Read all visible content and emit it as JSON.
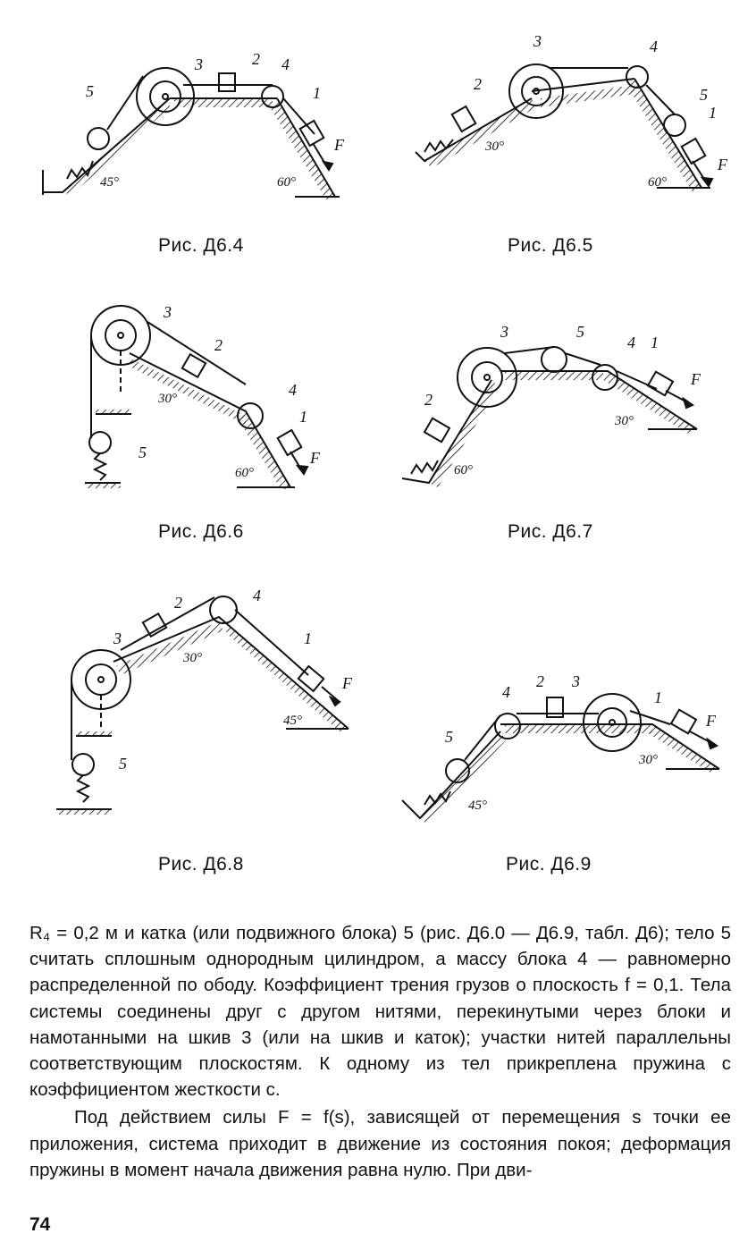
{
  "figures": [
    {
      "id": "d64",
      "caption": "Рис. Д6.4",
      "labels": {
        "n1": "1",
        "n2": "2",
        "n3": "3",
        "n4": "4",
        "n5": "5",
        "a1": "45°",
        "a2": "60°",
        "force": "F"
      }
    },
    {
      "id": "d65",
      "caption": "Рис. Д6.5",
      "labels": {
        "n1": "1",
        "n2": "2",
        "n3": "3",
        "n4": "4",
        "n5": "5",
        "a1": "30°",
        "a2": "60°",
        "force": "F"
      }
    },
    {
      "id": "d66",
      "caption": "Рис. Д6.6",
      "labels": {
        "n1": "1",
        "n2": "2",
        "n3": "3",
        "n4": "4",
        "n5": "5",
        "a1": "30°",
        "a2": "60°",
        "force": "F"
      }
    },
    {
      "id": "d67",
      "caption": "Рис. Д6.7",
      "labels": {
        "n1": "1",
        "n2": "2",
        "n3": "3",
        "n4": "4",
        "n5": "5",
        "a1": "60°",
        "a2": "30°",
        "force": "F"
      }
    },
    {
      "id": "d68",
      "caption": "Рис. Д6.8",
      "labels": {
        "n1": "1",
        "n2": "2",
        "n3": "3",
        "n4": "4",
        "n5": "5",
        "a1": "30°",
        "a2": "45°",
        "force": "F"
      }
    },
    {
      "id": "d69",
      "caption": "Рис. Д6.9",
      "labels": {
        "n1": "1",
        "n2": "2",
        "n3": "3",
        "n4": "4",
        "n5": "5",
        "a1": "45°",
        "a2": "30°",
        "force": "F"
      }
    }
  ],
  "text": {
    "para1": "R₄ = 0,2 м и катка (или подвижного блока) 5 (рис. Д6.0 — Д6.9, табл. Д6); тело 5 считать сплошным однородным цилиндром, а массу блока 4 — равномерно распределенной по ободу. Коэффициент трения грузов о плоскость f = 0,1. Тела системы соединены друг с другом нитями, перекинутыми через блоки и намотанными на шкив 3 (или на шкив и каток); участки нитей параллельны соответствующим плоскостям. К одному из тел прикреплена пружина с коэффициентом жесткости c.",
    "para2": "Под действием силы F = f(s), зависящей от перемещения s точки ее приложения, система приходит в движение из состояния покоя; деформация пружины в момент начала движения равна нулю. При дви-",
    "page_number": "74"
  }
}
